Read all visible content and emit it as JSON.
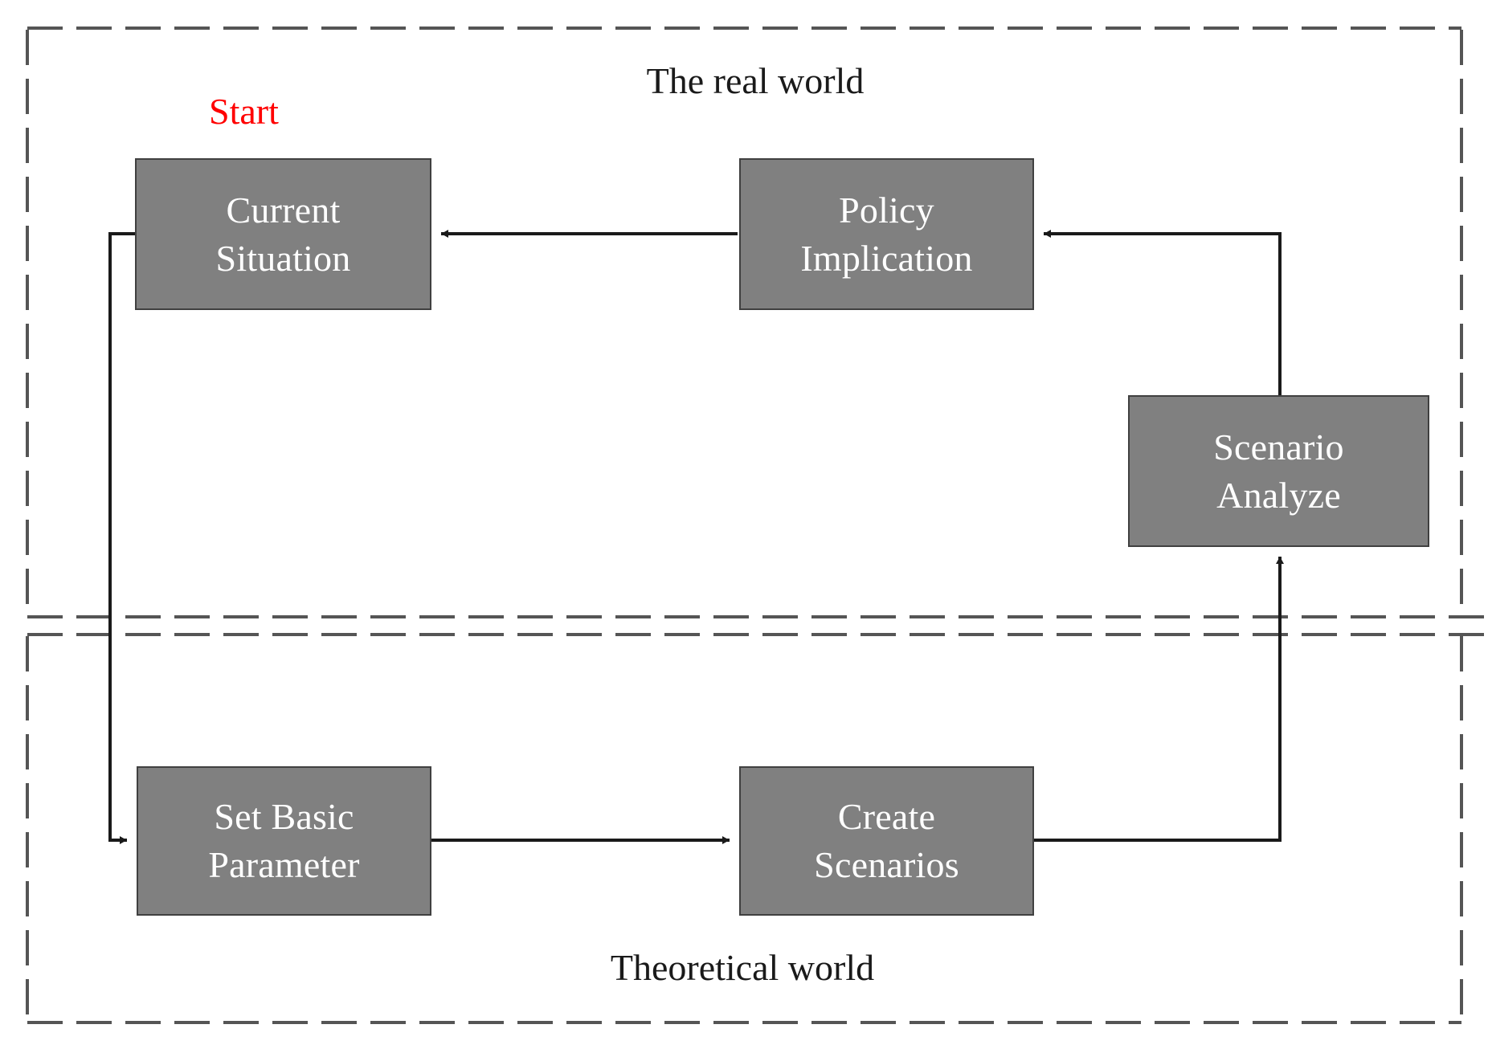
{
  "diagram": {
    "title_top": "The real world",
    "title_bottom": "Theoretical world",
    "start_label": "Start",
    "colors": {
      "node_fill": "#808080",
      "node_border": "#404040",
      "node_text": "#ffffff",
      "start_text": "#ff0000",
      "connector": "#1a1a1a",
      "boundary": "#555555",
      "background": "#ffffff"
    },
    "zones": [
      {
        "id": "real-world",
        "label": "The real world",
        "border_style": "dashed"
      },
      {
        "id": "theoretical-world",
        "label": "Theoretical world",
        "border_style": "dashed"
      }
    ],
    "nodes": [
      {
        "id": "current-situation",
        "zone": "real-world",
        "line1": "Current",
        "line2": "Situation"
      },
      {
        "id": "policy-implication",
        "zone": "real-world",
        "line1": "Policy",
        "line2": "Implication"
      },
      {
        "id": "scenario-analyze",
        "zone": "real-world",
        "line1": "Scenario",
        "line2": "Analyze"
      },
      {
        "id": "set-basic-parameter",
        "zone": "theoretical-world",
        "line1": "Set Basic",
        "line2": "Parameter"
      },
      {
        "id": "create-scenarios",
        "zone": "theoretical-world",
        "line1": "Create",
        "line2": "Scenarios"
      }
    ],
    "edges": [
      {
        "id": "edge-policy-to-current",
        "from": "policy-implication",
        "to": "current-situation",
        "arrow": "left"
      },
      {
        "id": "edge-scenario-to-policy",
        "from": "scenario-analyze",
        "to": "policy-implication",
        "arrow": "left"
      },
      {
        "id": "edge-current-to-setbasic",
        "from": "current-situation",
        "to": "set-basic-parameter",
        "arrow": "right"
      },
      {
        "id": "edge-setbasic-to-create",
        "from": "set-basic-parameter",
        "to": "create-scenarios",
        "arrow": "right"
      },
      {
        "id": "edge-create-to-scenario",
        "from": "create-scenarios",
        "to": "scenario-analyze",
        "arrow": "up"
      }
    ]
  }
}
